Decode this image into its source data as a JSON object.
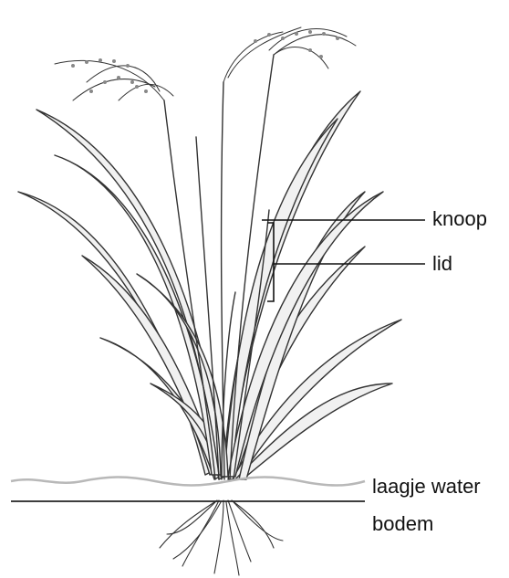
{
  "labels": {
    "node": "knoop",
    "internode": "lid",
    "water_layer": "laagje water",
    "soil": "bodem"
  },
  "colors": {
    "ink": "#111111",
    "leaf_fill": "#e9e9e9",
    "water_line": "#b8b8b8",
    "soil_line": "#222222"
  }
}
